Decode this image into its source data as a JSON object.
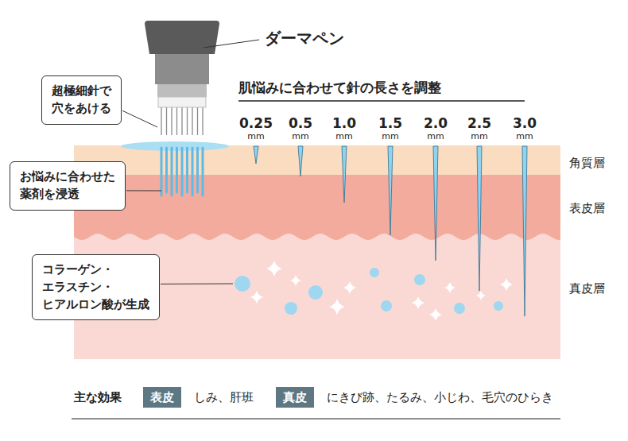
{
  "diagram": {
    "nodes": [
      {
        "text": [
          "超極細針で 穴をあける"
        ]
      },
      {
        "text": [
          "お悩みに合わせた 薬剤を浸透"
        ]
      },
      {
        "text": [
          "コラーゲン・ エラスチン・ ヒアルロン酸が生成"
        ]
      },
      {
        "text": [
          "表皮"
        ]
      },
      {
        "text": [
          "真皮"
        ]
      }
    ],
    "labels": [
      "ダーマペン",
      "肌悩みに合わせて針の長さを調整",
      "0.25",
      "mm",
      "0.5",
      "mm",
      "1.0",
      "mm",
      "1.5",
      "mm",
      "2.0",
      "mm",
      "2.5",
      "mm",
      "3.0",
      "mm",
      "角質層",
      "表皮層",
      "真皮層",
      "主な効果",
      "しみ、肝班",
      "にきび跡、たるみ、小じわ、毛穴のひらき"
    ]
  }
}
